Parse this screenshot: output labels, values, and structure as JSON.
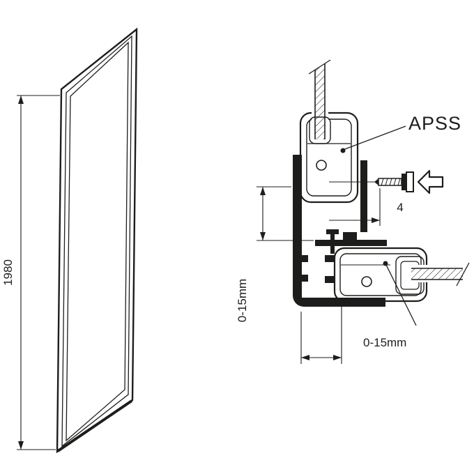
{
  "page": {
    "type": "technical-installation-diagram",
    "colors": {
      "line": "#1d1d1b",
      "background": "#ffffff"
    }
  },
  "front_view": {
    "description": "side panel front perspective view",
    "height_label": "1980"
  },
  "detail_view": {
    "description": "profile cross-section mounting detail",
    "profile_label": "APSS",
    "screw_dim_label": "4",
    "vertical_gap_label": "0-15mm",
    "horizontal_gap_label": "0-15mm",
    "icons": {
      "direction_arrow": "hollow-arrow-pointing-left",
      "hatching": "glass-wall-section-hatch"
    }
  }
}
